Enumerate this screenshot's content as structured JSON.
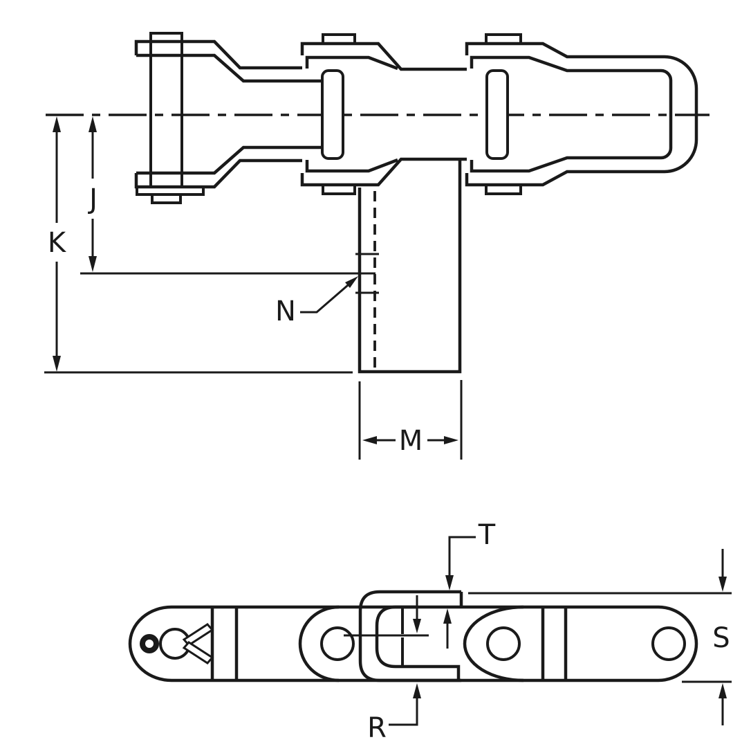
{
  "drawing": {
    "background_color": "#ffffff",
    "ink_color": "#1a1a1a",
    "views": [
      {
        "id": "side-elevation",
        "dimension_labels": [
          "J",
          "K",
          "M",
          "N"
        ]
      },
      {
        "id": "plan-view",
        "dimension_labels": [
          "T",
          "R",
          "S"
        ]
      }
    ],
    "labels": {
      "j": "J",
      "k": "K",
      "m": "M",
      "n": "N",
      "t": "T",
      "r": "R",
      "s": "S"
    }
  }
}
